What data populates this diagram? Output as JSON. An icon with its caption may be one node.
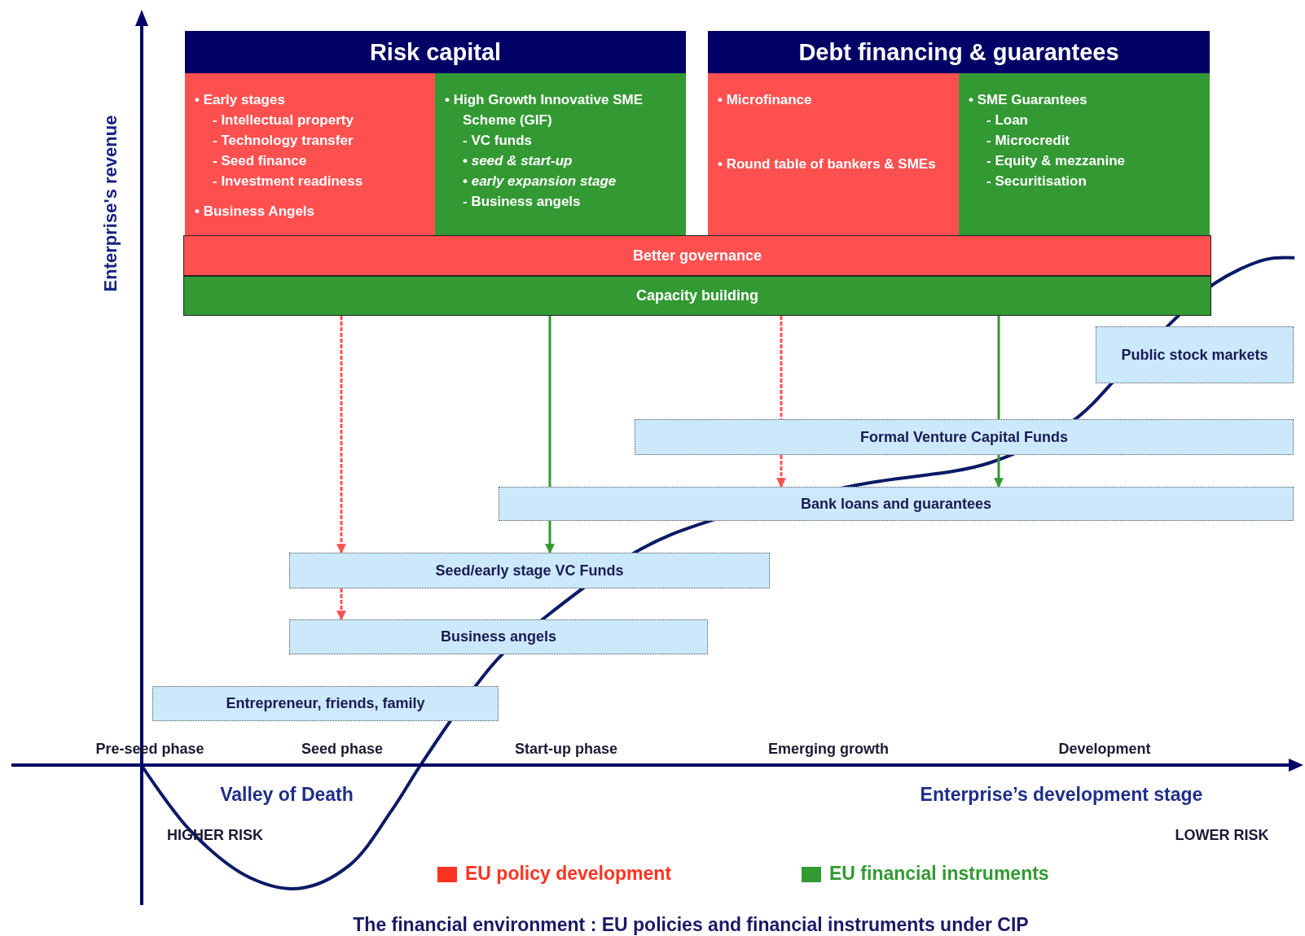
{
  "diagram": {
    "caption": "The financial environment : EU policies and financial instruments under CIP",
    "nodes": [
      {
        "text": [
          "Risk capital"
        ]
      },
      {
        "text": [
          "• Early stages",
          "- Intellectual property",
          "- Technology transfer",
          "- Seed finance",
          "- Investment readiness",
          "• Business Angels"
        ],
        "in": 0
      },
      {
        "text": [
          "• High Growth Innovative SME Scheme (GIF)",
          "- VC funds",
          "• *seed & start-up*",
          "• *early expansion stage*",
          "- Business angels"
        ],
        "in": 0
      },
      {
        "text": [
          "Debt financing & guarantees"
        ]
      },
      {
        "text": [
          "• Microfinance",
          "• Round table of bankers & SMEs"
        ],
        "in": 3
      },
      {
        "text": [
          "• SME Guarantees",
          "- Loan",
          "- Microcredit",
          "- Equity & mezzanine",
          "- Securitisation"
        ],
        "in": 3
      },
      {
        "text": [
          "Better governance"
        ]
      },
      {
        "text": [
          "Capacity building"
        ]
      },
      {
        "text": [
          "Public stock markets"
        ]
      },
      {
        "text": [
          "Formal Venture Capital Funds"
        ]
      },
      {
        "text": [
          "Bank loans and guarantees"
        ]
      },
      {
        "text": [
          "Seed/early stage VC Funds"
        ]
      },
      {
        "text": [
          "Business angels"
        ]
      },
      {
        "text": [
          "Entrepreneur, friends, family"
        ]
      }
    ],
    "edges": [
      {
        "from": 7,
        "to": 11,
        "arrow": "to",
        "style": "dashed",
        "color": "#ff5050"
      },
      {
        "from": 11,
        "to": 12,
        "arrow": "to",
        "style": "dashed",
        "color": "#ff5050"
      },
      {
        "from": 7,
        "to": 10,
        "arrow": "none",
        "color": "#339933"
      },
      {
        "from": 10,
        "to": 11,
        "arrow": "to",
        "color": "#339933"
      },
      {
        "from": 7,
        "to": 9,
        "arrow": "none",
        "style": "dashed",
        "color": "#ff5050"
      },
      {
        "from": 9,
        "to": 10,
        "arrow": "to",
        "style": "dashed",
        "color": "#ff5050"
      },
      {
        "from": 7,
        "to": 9,
        "arrow": "none",
        "color": "#339933"
      },
      {
        "from": 9,
        "to": 10,
        "arrow": "to",
        "color": "#339933"
      }
    ],
    "labels": [
      "Enterprise's revenue",
      "Pre-seed phase",
      "Seed phase",
      "Start-up phase",
      "Emerging growth",
      "Development",
      "Valley of Death",
      "Enterprise’s development stage",
      "HIGHER RISK",
      "LOWER RISK"
    ],
    "legend": [
      {
        "text": "EU policy development",
        "color": "#ff3322"
      },
      {
        "text": "EU financial instruments",
        "color": "#339933"
      }
    ]
  }
}
